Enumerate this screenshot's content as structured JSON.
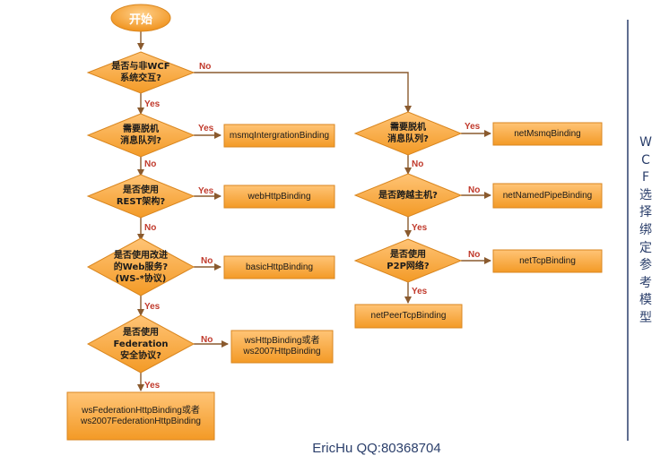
{
  "diagram": {
    "start": "开始",
    "decisions": {
      "wcf": "是否与非WCF\n系统交互?",
      "queue_left": "需要脱机\n消息队列?",
      "rest": "是否使用\nREST架构?",
      "web_service": "是否使用改进\n的Web服务?\n(WS-*协议)",
      "federation": "是否使用\nFederation\n安全协议?",
      "queue_right": "需要脱机\n消息队列?",
      "cross_machine": "是否跨越主机?",
      "p2p": "是否使用\nP2P网络?"
    },
    "bindings": {
      "msmq": "msmqIntergrationBinding",
      "webhttp": "webHttpBinding",
      "basichttp": "basicHttpBinding",
      "wshttp": "wsHttpBinding或者\nws2007HttpBinding",
      "wsfed": "wsFederationHttpBinding或者\nws2007FederationHttpBinding",
      "netmsmq": "netMsmqBinding",
      "netnamedpipe": "netNamedPipeBinding",
      "nettcp": "netTcpBinding",
      "netpeertcp": "netPeerTcpBinding"
    },
    "labels": {
      "yes": "Yes",
      "no": "No"
    }
  },
  "side_title": "WCF选择绑定参考模型",
  "author": "EricHu QQ:80368704",
  "colors": {
    "shape_fill_light": "#ffc476",
    "shape_fill_dark": "#f39a26",
    "shape_stroke": "#d9861f",
    "connector": "#8a5a2e",
    "label": "#c0392b",
    "accent": "#2b3f6b"
  }
}
